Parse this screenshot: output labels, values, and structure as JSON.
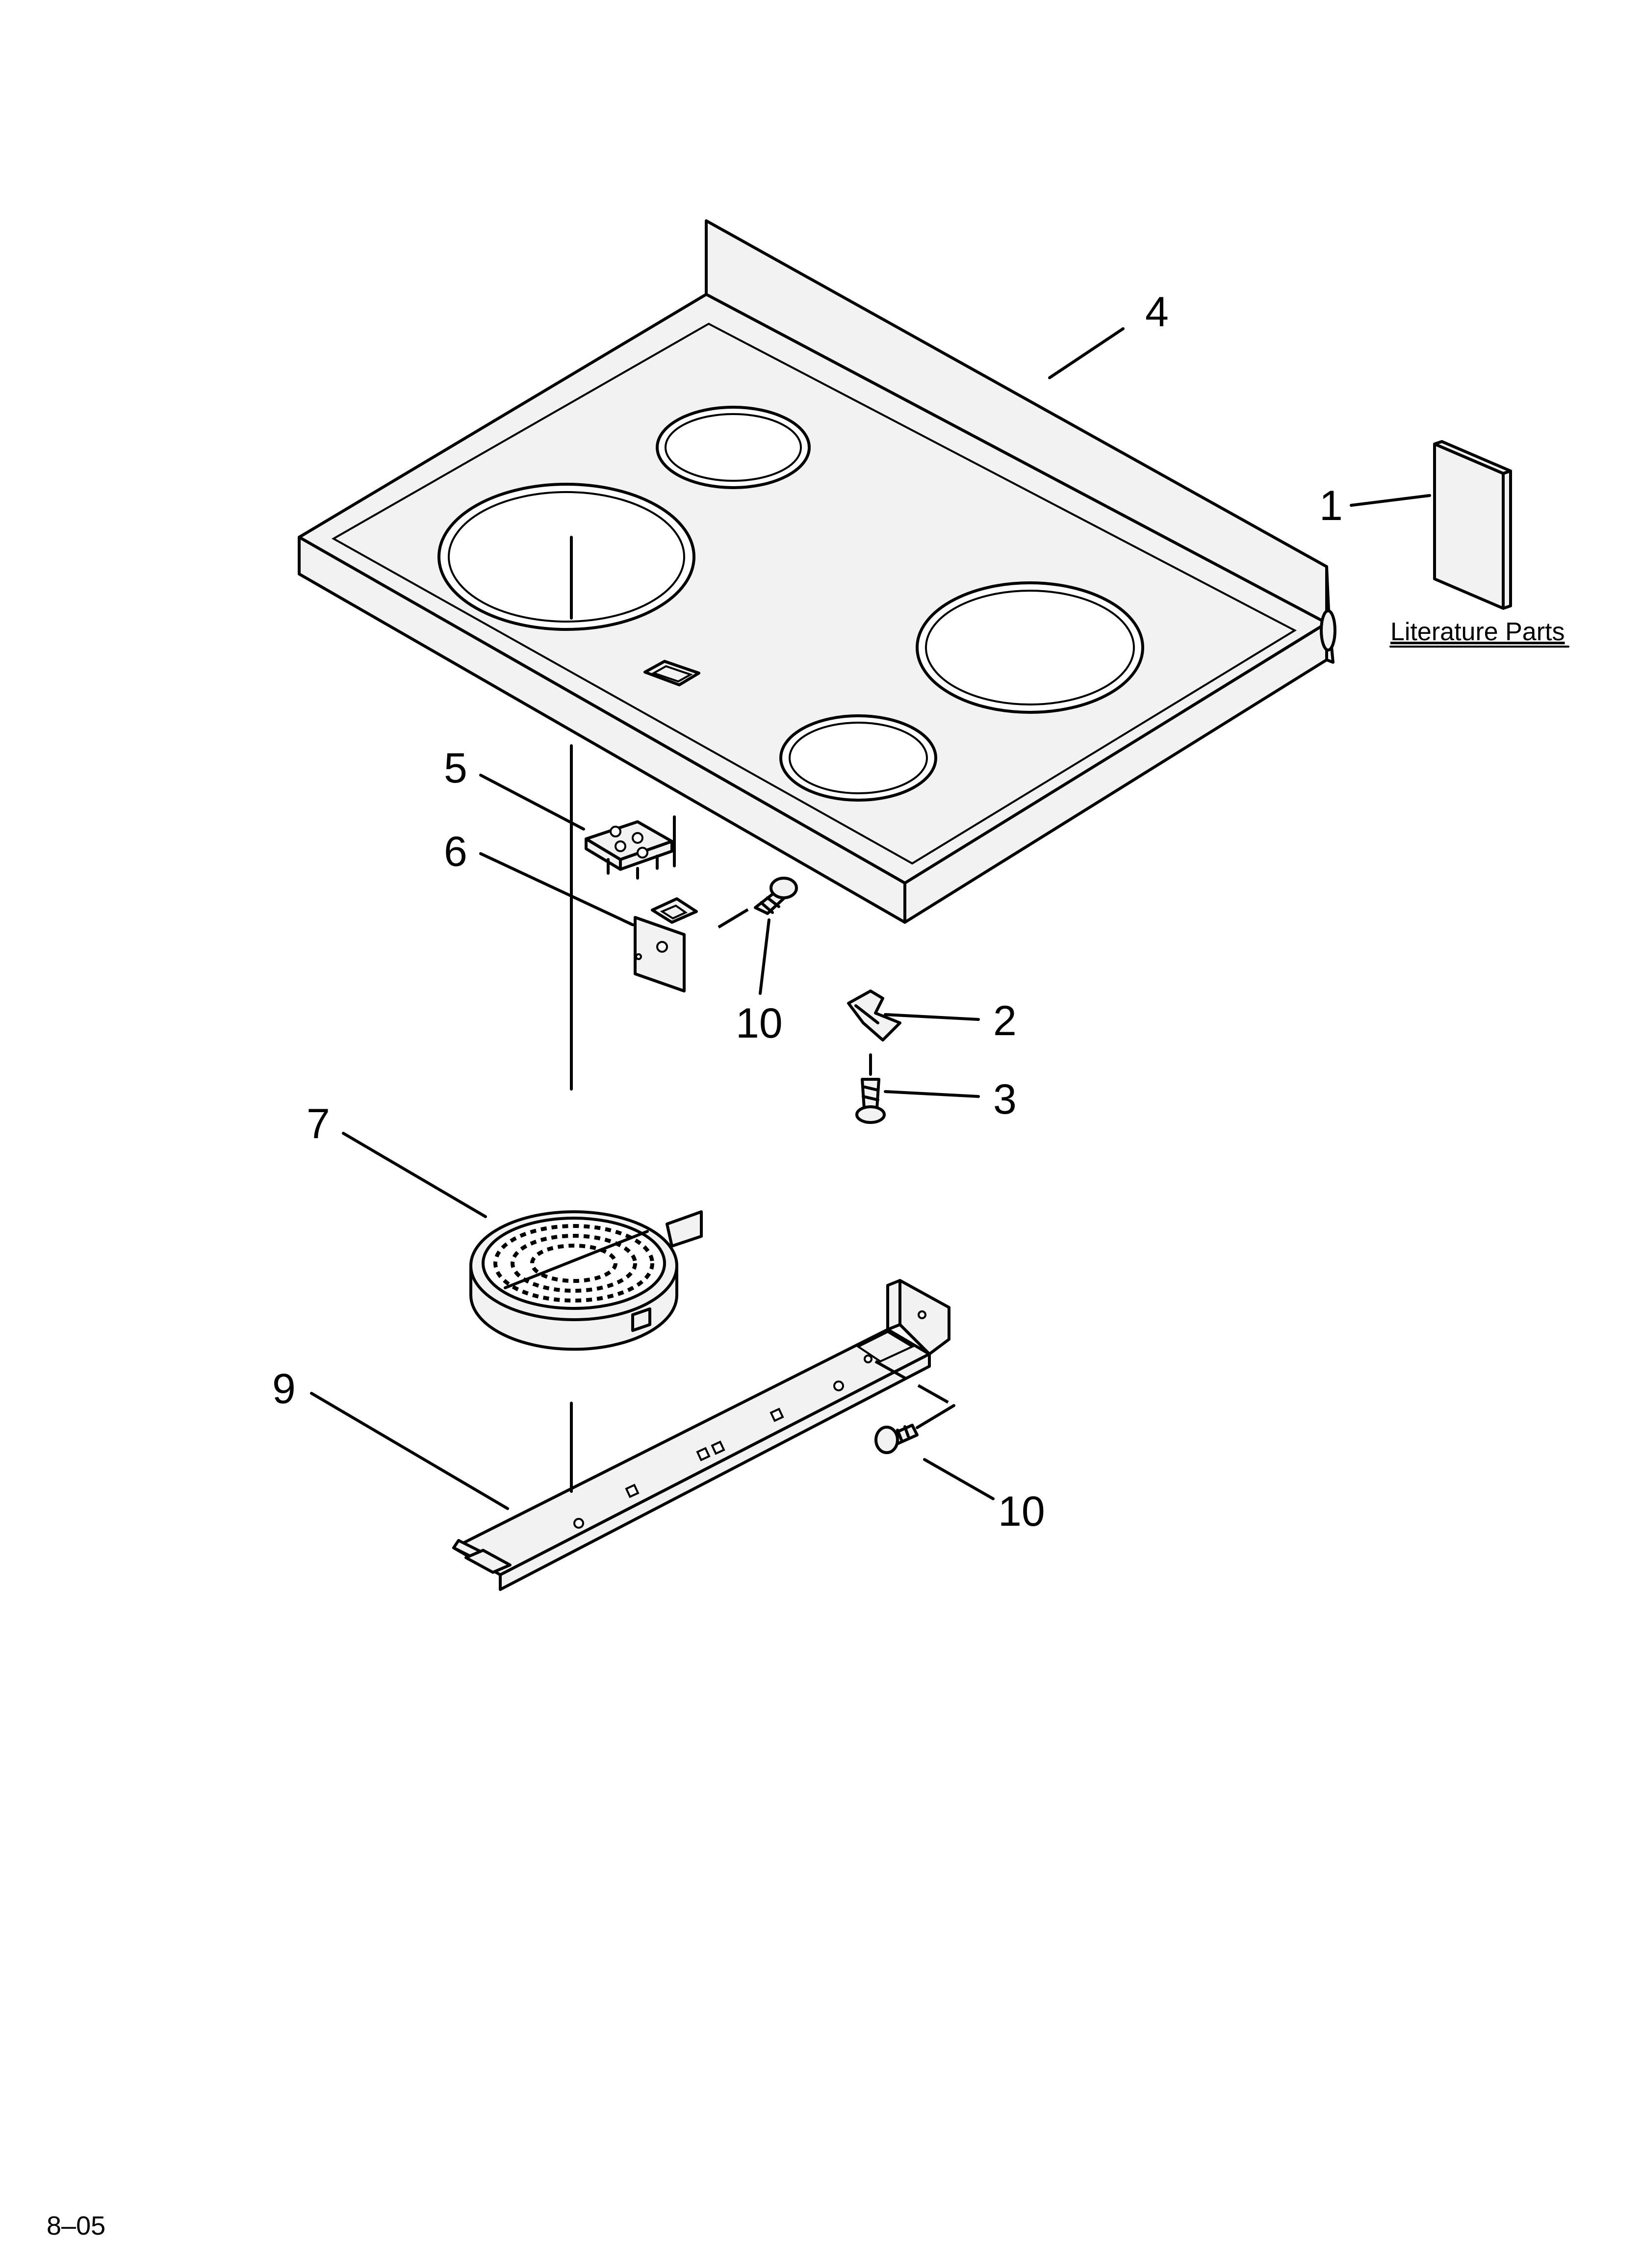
{
  "callouts": {
    "c1": "1",
    "c2": "2",
    "c3": "3",
    "c4": "4",
    "c5": "5",
    "c6": "6",
    "c7": "7",
    "c9": "9",
    "c10a": "10",
    "c10b": "10"
  },
  "literature_parts": "Literature Parts",
  "page_code": "8–05"
}
